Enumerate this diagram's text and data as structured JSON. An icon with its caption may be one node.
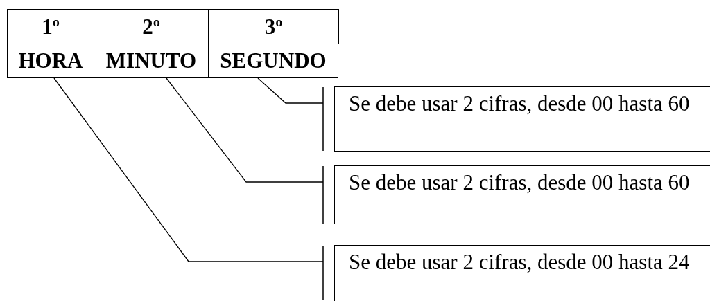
{
  "diagram": {
    "nodes": [
      {
        "text": [
          "HORA"
        ]
      },
      {
        "text": [
          "MINUTO"
        ]
      },
      {
        "text": [
          "SEGUNDO"
        ]
      },
      {
        "text": [
          "Se debe usar 2 cifras, desde 00 hasta 60"
        ]
      },
      {
        "text": [
          "Se debe usar 2 cifras, desde 00 hasta 60"
        ]
      },
      {
        "text": [
          "Se debe usar 2 cifras, desde 00 hasta 24"
        ]
      }
    ],
    "edges": [
      {
        "from": 2,
        "to": 3,
        "arrow": "none"
      },
      {
        "from": 1,
        "to": 4,
        "arrow": "none"
      },
      {
        "from": 0,
        "to": 5,
        "arrow": "none"
      }
    ],
    "labels": [
      "1º",
      "2º",
      "3º"
    ]
  }
}
